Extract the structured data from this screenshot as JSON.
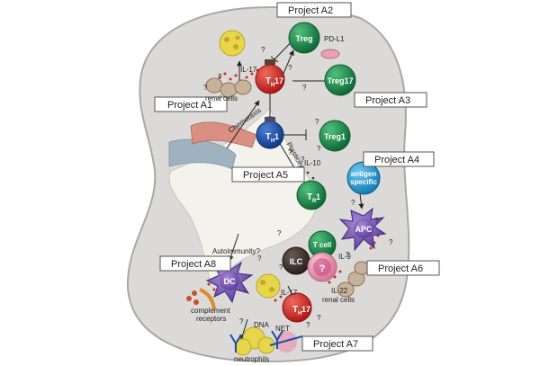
{
  "projects": {
    "a1": "Project A1",
    "a2": "Project A2",
    "a3": "Project A3",
    "a4": "Project A4",
    "a5": "Project A5",
    "a6": "Project A6",
    "a7": "Project A7",
    "a8": "Project A8"
  },
  "cells": {
    "treg": "Treg",
    "treg17": "Treg17",
    "treg1": "Treg1",
    "th17_top_main": "T",
    "th17_top_sub": "H",
    "th17_top_num": "17",
    "th1_mid_main": "T",
    "th1_mid_sub": "H",
    "th1_mid_num": "1",
    "th1_low_main": "T",
    "th1_low_sub": "R",
    "th1_low_num": "1",
    "antigen_line1": "antigen",
    "antigen_line2": "specific",
    "apc": "APC",
    "tcell": "T cell",
    "ilc": "ILC",
    "unknown": "?",
    "dc": "DC",
    "th17_bottom_main": "T",
    "th17_bottom_sub": "H",
    "th17_bottom_num": "17"
  },
  "labels": {
    "pdl1": "PD-L1",
    "il17_top": "IL-17",
    "renal_cells_top": "renal cells",
    "chemotaxis": "Chemotaxis",
    "plasticity": "Plasticity",
    "il10": "IL-10",
    "il9": "IL-9",
    "il22": "IL-22",
    "il17_bottom": "IL-17",
    "renal_cells_bottom": "renal cells",
    "autoimmunity": "Autoimmunity?",
    "complement_line1": "complement",
    "complement_line2": "receptors",
    "dna": "DNA",
    "net": "NET",
    "neutrophils": "neutrophils"
  },
  "colors": {
    "kidney": "#dcdad8",
    "kidney_edge": "#aaa8a6",
    "pelvis": "#f4f2ec",
    "artery": "#d98f82",
    "vein": "#9fb2c0",
    "green": "#1f8a4c",
    "red": "#d42a2a",
    "blue": "#1e4fa8",
    "cyan": "#1ea0d8",
    "purple": "#7a56b8",
    "pink": "#e8a0b4",
    "yellow": "#e8d64a"
  }
}
